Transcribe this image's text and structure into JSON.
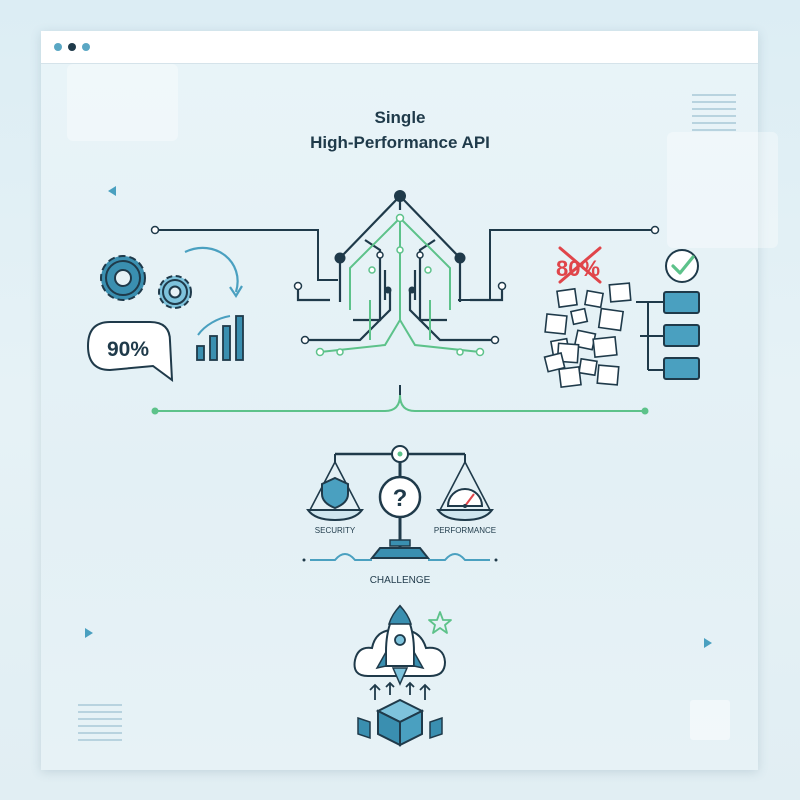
{
  "title": {
    "line1": "Single",
    "line2": "High-Performance API"
  },
  "left_panel": {
    "metric": "90%"
  },
  "right_panel": {
    "metric": "80%"
  },
  "balance": {
    "left_label": "SECURITY",
    "right_label": "PERFORMANCE",
    "center_symbol": "?",
    "caption": "CHALLENGE"
  },
  "icons": {
    "window_dots": [
      "window-dot-icon",
      "window-dot-icon",
      "window-dot-icon"
    ],
    "left": [
      "gear-icon",
      "gear-icon",
      "refresh-arrow-icon",
      "bar-chart-icon",
      "speech-bubble-icon"
    ],
    "center": [
      "circuit-tree-icon"
    ],
    "right": [
      "cross-icon",
      "checkmark-icon",
      "scattered-blocks-icon",
      "stacked-list-icon"
    ],
    "balance": [
      "balance-scale-icon",
      "shield-icon",
      "gauge-icon",
      "question-icon"
    ],
    "bottom": [
      "rocket-icon",
      "cloud-icon",
      "cube-icon",
      "star-icon",
      "up-arrow-icon"
    ]
  },
  "colors": {
    "navy": "#1f3a4a",
    "teal": "#3a8fb0",
    "teal_light": "#7ec3dc",
    "green": "#5dc28a",
    "red": "#e0454a"
  }
}
